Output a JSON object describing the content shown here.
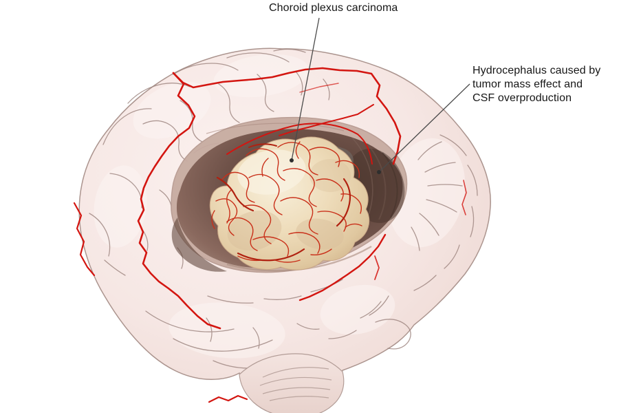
{
  "annotations": {
    "tumor_label": "Choroid plexus carcinoma",
    "hydrocephalus_label": {
      "line1": "Hydrocephalus caused by",
      "line2": "tumor mass effect and",
      "line3": "CSF overproduction"
    }
  },
  "illustration": {
    "colors": {
      "background": "#ffffff",
      "brain_surface": "#f6e8e5",
      "brain_outline": "#ab948e",
      "sulci": "#9b837d",
      "artery_red": "#d31510",
      "ventricle_cavity": "#6b4e45",
      "cavity_dark_core": "#463229",
      "cut_rim_band": "#c7aba1",
      "tumor_fill": "#eedcba",
      "tumor_vessels": "#c9301a",
      "cerebellum_lines": "#b29c96",
      "leader_line": "#4a4a4a",
      "leader_dot": "#2e2e2e",
      "label_text": "#161616"
    }
  }
}
